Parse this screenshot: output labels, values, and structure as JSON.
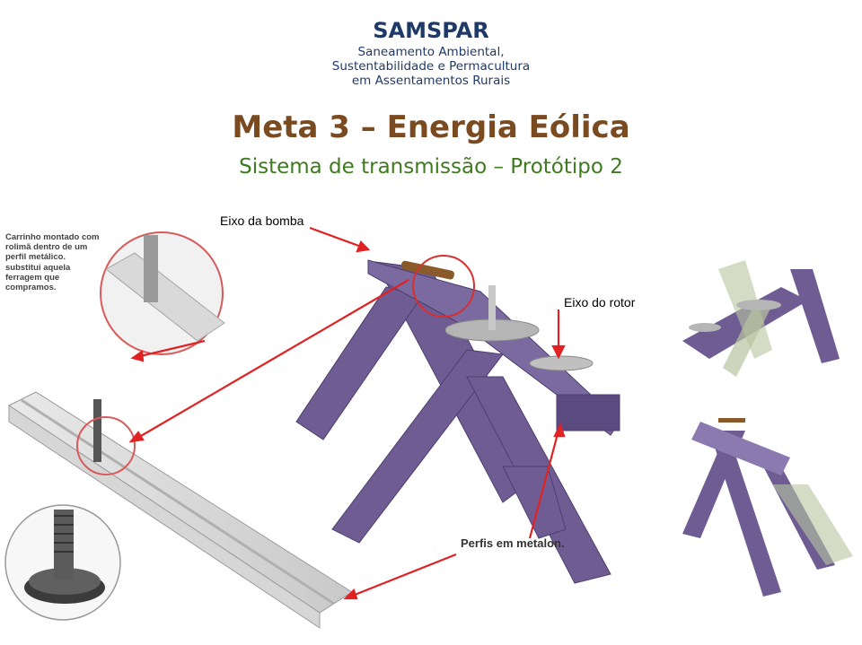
{
  "header": {
    "brand": "SAMSPAR",
    "subtitle_lines": [
      "Saneamento Ambiental,",
      "Sustentabilidade  e Permacultura",
      "em Assentamentos Rurais"
    ],
    "title": "Meta 3 – Energia Eólica",
    "subtitle": "Sistema de transmissão – Protótipo 2"
  },
  "annotations": {
    "pump_axis": "Eixo da bomba",
    "rotor_axis": "Eixo do rotor",
    "profiles": "Perfis em metalon.",
    "carriage_note": "Carrinho montado com rolimã dentro de um perfil metálico. substitui aquela ferragem que compramos."
  },
  "colors": {
    "brand": "#1f3a68",
    "title": "#7a4a21",
    "subtitle": "#3f7a1f",
    "frame": "#6e5c93",
    "arrow": "#e02222"
  }
}
